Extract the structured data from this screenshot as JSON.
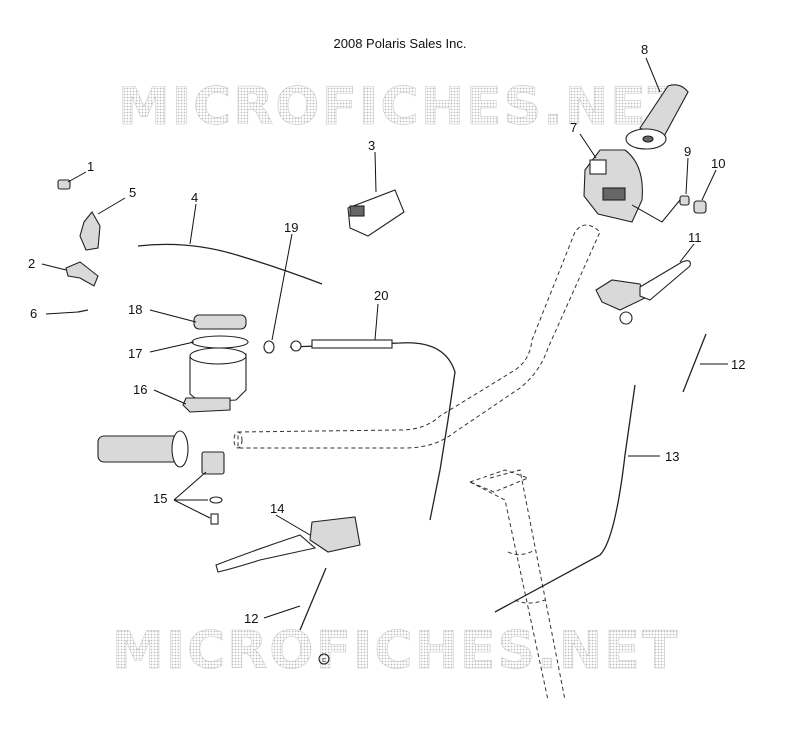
{
  "copyright": "2008 Polaris Sales Inc.",
  "watermark": "MICROFICHES.NET",
  "copyright_symbol": "c",
  "callouts": [
    {
      "id": "1",
      "label": "1"
    },
    {
      "id": "2",
      "label": "2"
    },
    {
      "id": "3",
      "label": "3"
    },
    {
      "id": "4",
      "label": "4"
    },
    {
      "id": "5",
      "label": "5"
    },
    {
      "id": "6",
      "label": "6"
    },
    {
      "id": "7",
      "label": "7"
    },
    {
      "id": "8",
      "label": "8"
    },
    {
      "id": "9",
      "label": "9"
    },
    {
      "id": "10",
      "label": "10"
    },
    {
      "id": "11",
      "label": "11"
    },
    {
      "id": "12a",
      "label": "12"
    },
    {
      "id": "12b",
      "label": "12"
    },
    {
      "id": "13",
      "label": "13"
    },
    {
      "id": "14",
      "label": "14"
    },
    {
      "id": "15",
      "label": "15"
    },
    {
      "id": "16",
      "label": "16"
    },
    {
      "id": "17",
      "label": "17"
    },
    {
      "id": "18",
      "label": "18"
    },
    {
      "id": "19",
      "label": "19"
    },
    {
      "id": "20",
      "label": "20"
    }
  ]
}
